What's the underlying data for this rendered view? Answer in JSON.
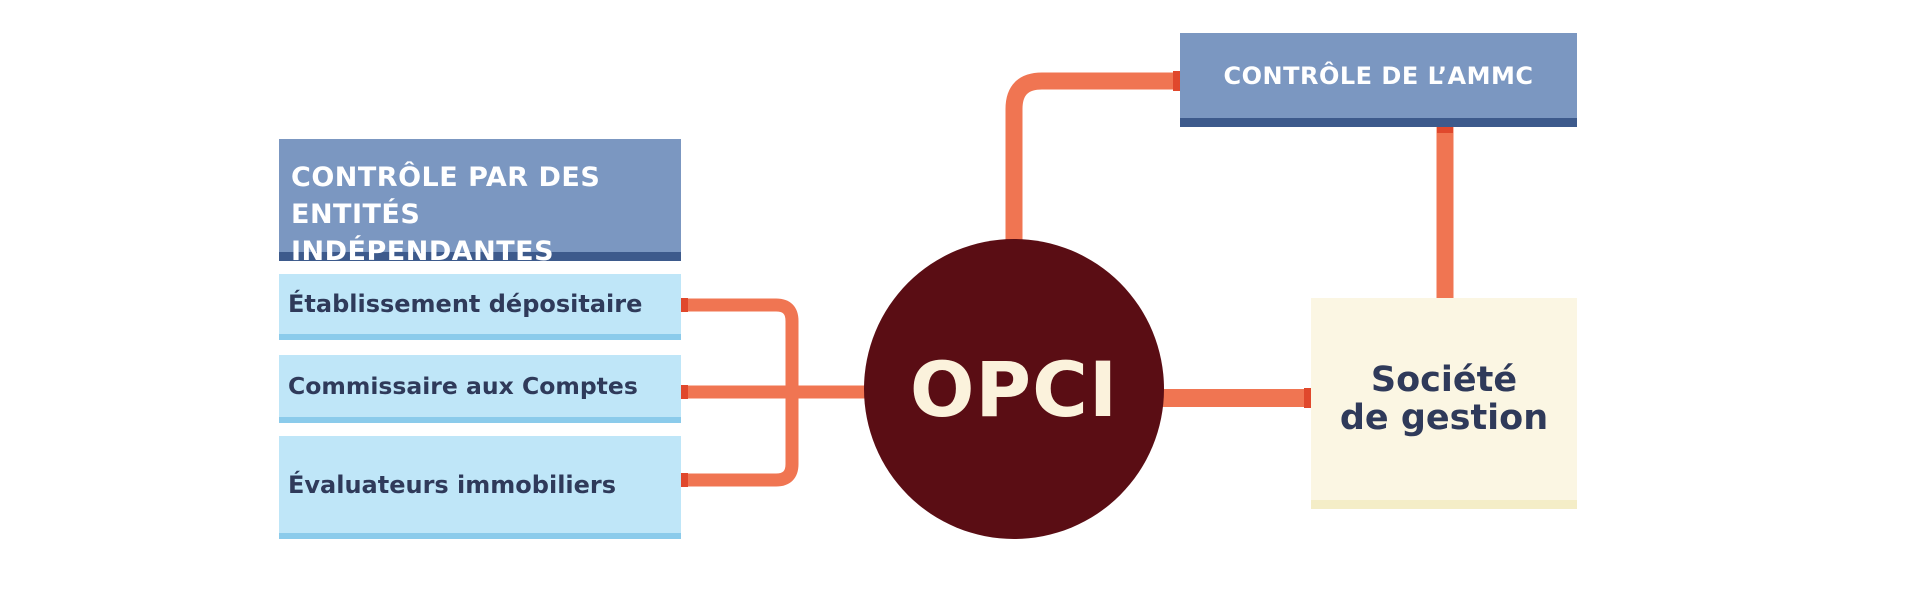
{
  "diagram": {
    "center": {
      "label": "OPCI"
    },
    "left_header": {
      "line1": "CONTRÔLE PAR DES",
      "line2": "ENTITÉS INDÉPENDANTES"
    },
    "entities": [
      {
        "label": "Établissement dépositaire"
      },
      {
        "label": "Commissaire aux Comptes"
      },
      {
        "label": "Évaluateurs immobiliers"
      }
    ],
    "right_header": {
      "label": "CONTRÔLE DE L’AMMC"
    },
    "management": {
      "line1": "Société",
      "line2": "de gestion"
    }
  },
  "colors": {
    "connector": "#f07552",
    "connector_cap": "#e0482c",
    "header_bg": "#7b97c1",
    "header_border": "#3d5a8c",
    "entity_bg": "#bfe6f8",
    "entity_border": "#8bcbeb",
    "circle": "#5a0d14",
    "circle_text": "#fbf2dc",
    "management_bg": "#fbf6e3",
    "dark_text": "#2f3a5a"
  }
}
